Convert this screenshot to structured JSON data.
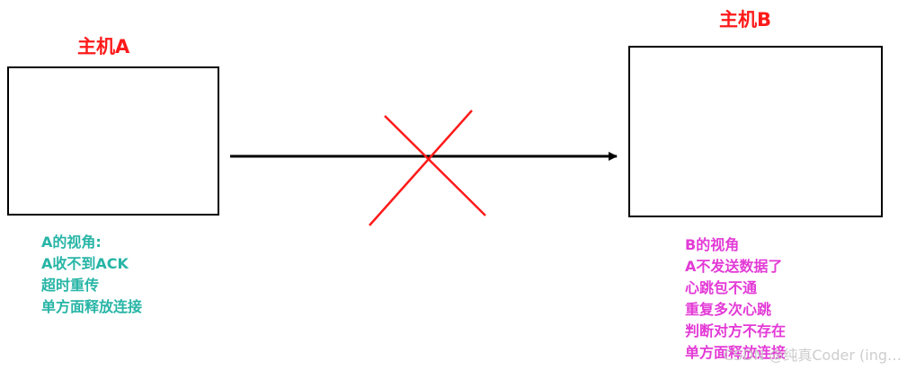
{
  "host_a": {
    "title": "主机A",
    "notes": [
      "A的视角:",
      "A收不到ACK",
      "超时重传",
      "单方面释放连接"
    ]
  },
  "host_b": {
    "title": "主机B",
    "notes": [
      "B的视角",
      "A不发送数据了",
      "心跳包不通",
      "重复多次心跳",
      "判断对方不存在",
      "单方面释放连接"
    ]
  },
  "watermark": "CSDN @纯真Coder (ing…",
  "colors": {
    "title": "#ff1a1a",
    "notes_a": "#27b5a6",
    "notes_b": "#e33ad6",
    "arrow": "#000000",
    "cross": "#ff1a1a"
  }
}
